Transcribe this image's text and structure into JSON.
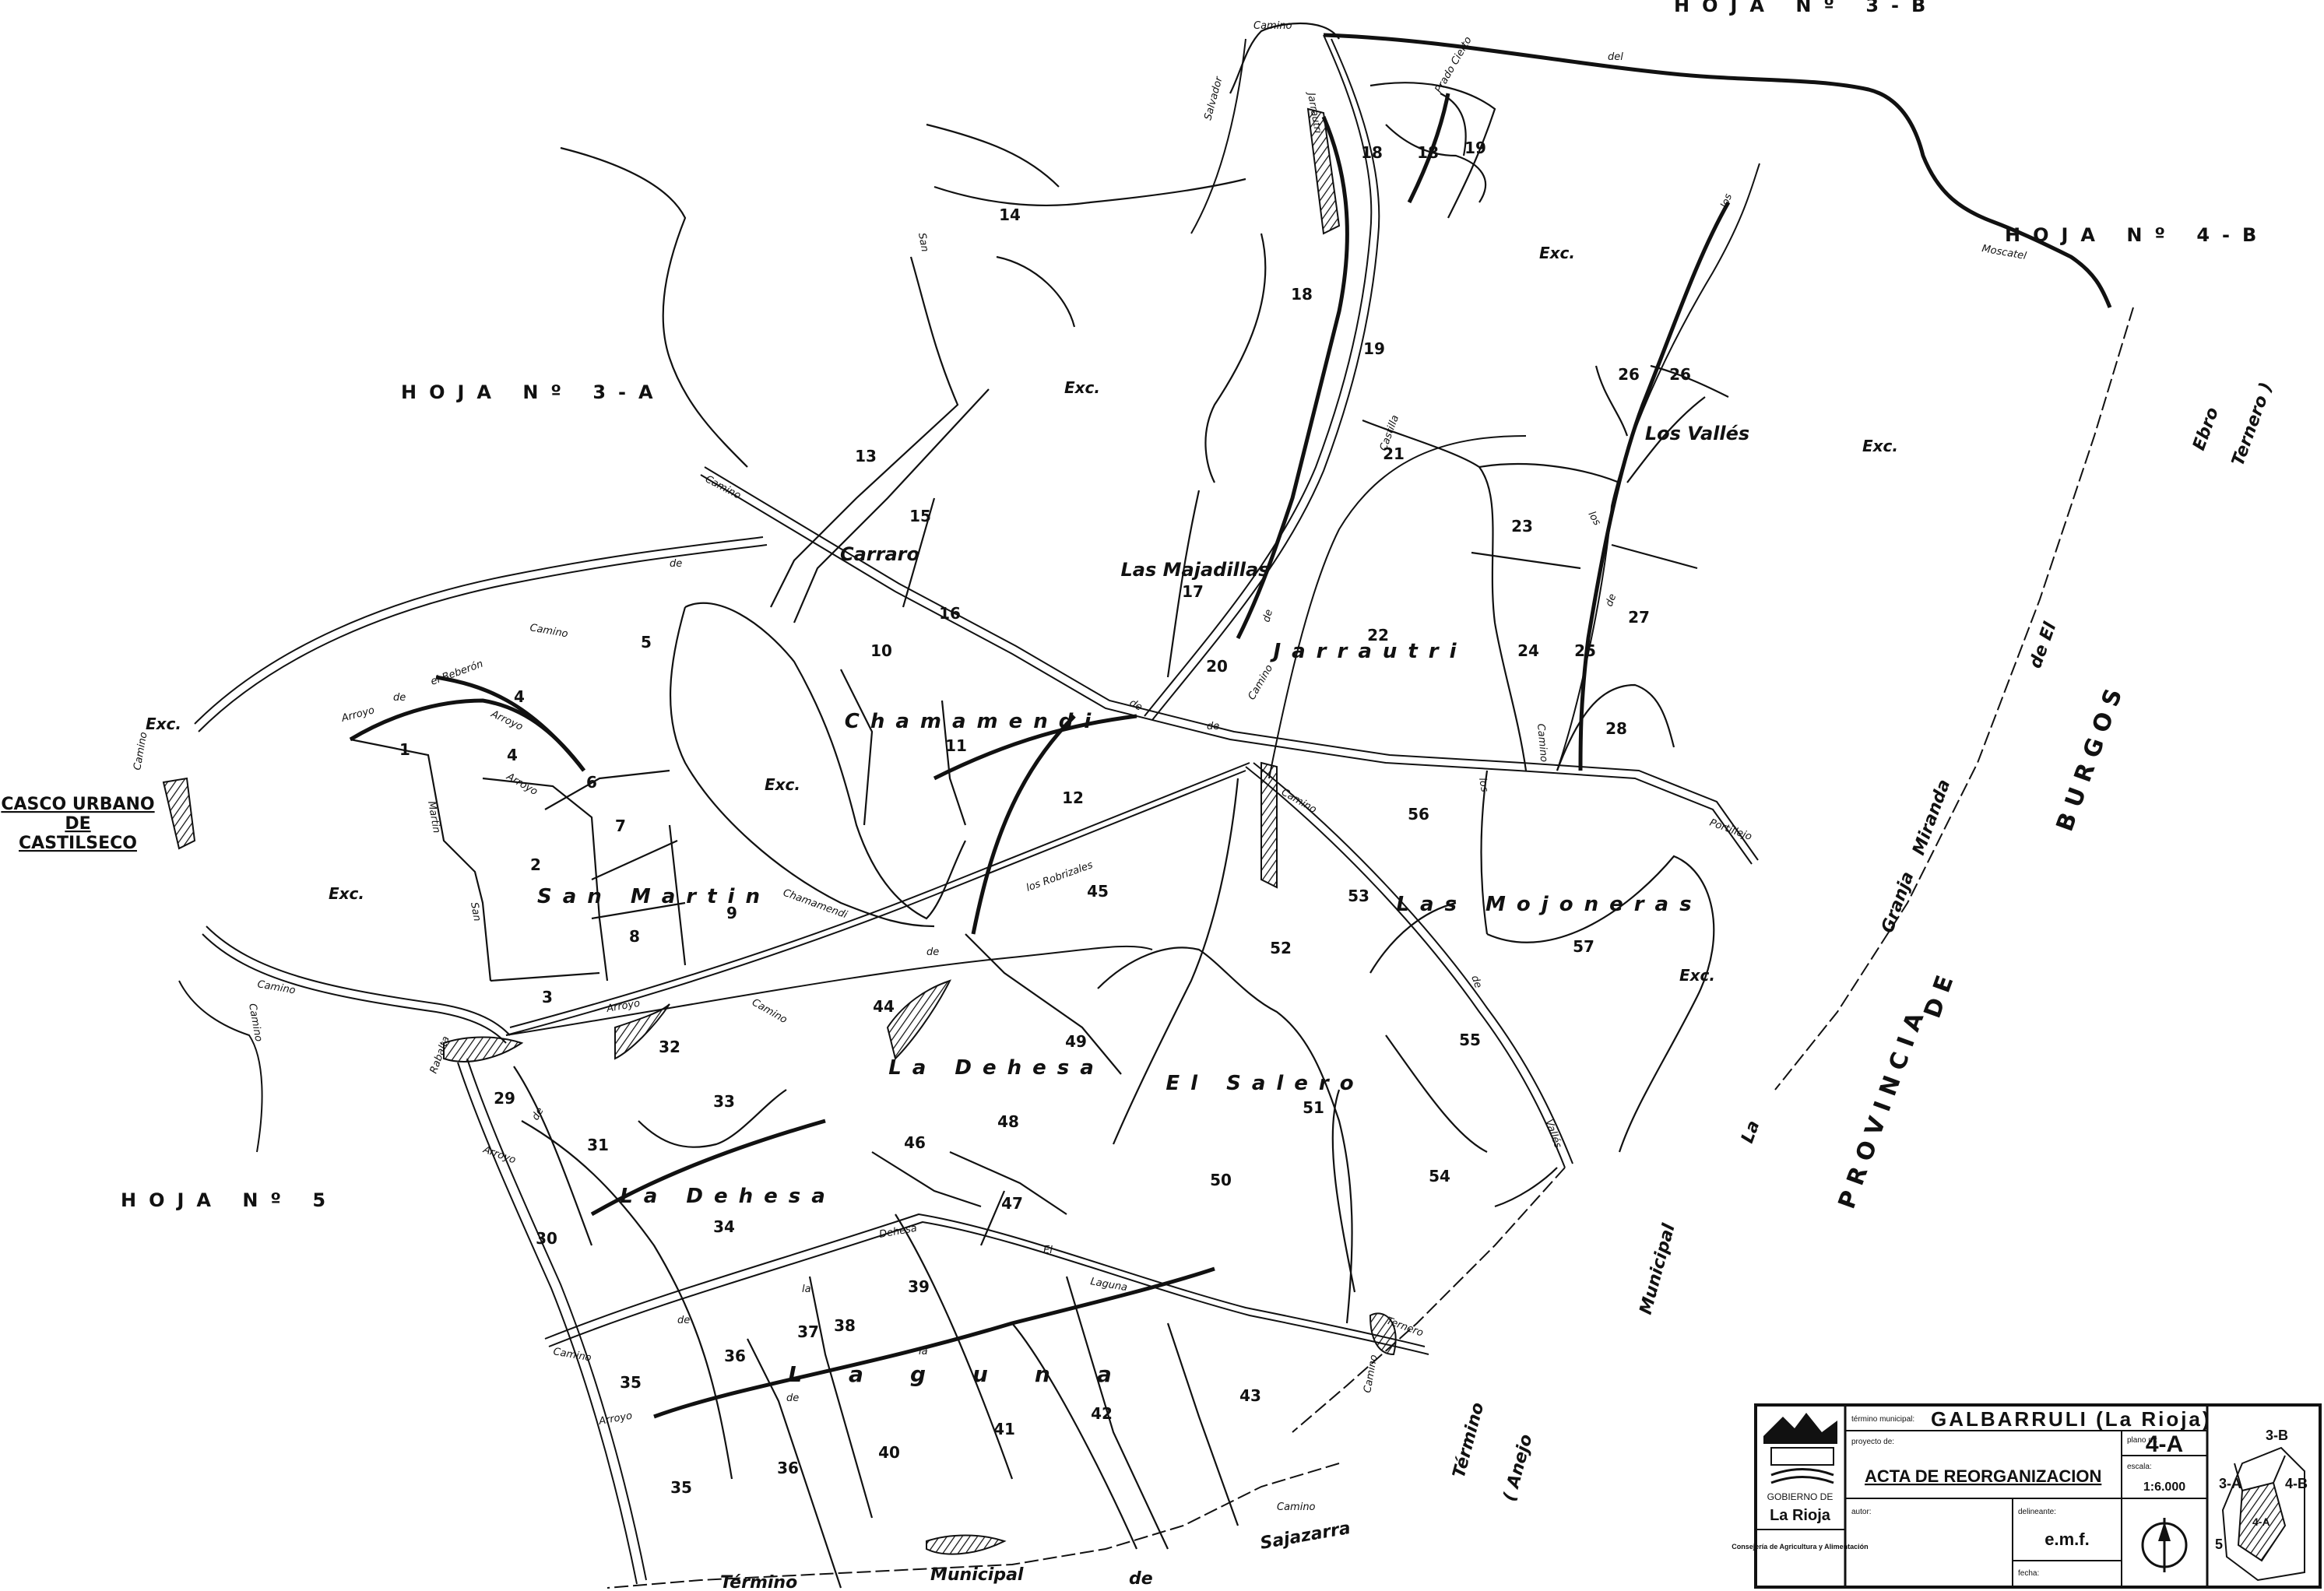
{
  "sheets": {
    "north": "HOJA Nº 3-B",
    "northeast": "HOJA Nº 4-B",
    "west": "HOJA Nº 3-A",
    "southwest": "HOJA Nº 5"
  },
  "casco_urbano": [
    "CASCO URBANO",
    "DE",
    "CASTILSECO"
  ],
  "place_names": {
    "san_martin": "San Martin",
    "carraro": "Carraro",
    "chamamendi": "Chamamendi",
    "las_majadillas": "Las Majadillas",
    "jarrautri": "Jarrautri",
    "los_valles": "Los Vallés",
    "las_mojoneras": "Las Mojoneras",
    "la_dehesa_upper": "La Dehesa",
    "la_dehesa_lower": "La Dehesa",
    "el_salero": "El Salero",
    "laguna": "Laguna"
  },
  "exc_label": "Exc.",
  "parcels": [
    "1",
    "2",
    "3",
    "4",
    "4",
    "5",
    "6",
    "7",
    "8",
    "9",
    "10",
    "11",
    "12",
    "13",
    "14",
    "15",
    "16",
    "17",
    "18",
    "18",
    "18",
    "19",
    "19",
    "20",
    "21",
    "22",
    "23",
    "24",
    "25",
    "26",
    "26",
    "27",
    "28",
    "29",
    "30",
    "31",
    "32",
    "33",
    "34",
    "35",
    "35",
    "36",
    "36",
    "37",
    "38",
    "39",
    "40",
    "41",
    "42",
    "43",
    "44",
    "45",
    "46",
    "47",
    "48",
    "49",
    "50",
    "51",
    "52",
    "53",
    "54",
    "55",
    "56",
    "57"
  ],
  "roads": {
    "camino": "Camino",
    "de": "de",
    "arroyo": "Arroyo",
    "san": "San",
    "martin": "Martin",
    "salvador": "Salvador",
    "jarrautri_road": "Jarrautri",
    "castilla": "Castilla",
    "los_robrizales": "los Robrizales",
    "chamamendi_road": "Chamamendi",
    "dehesa": "Dehesa",
    "la": "la",
    "laguna_road": "Laguna",
    "ternero": "Ternero",
    "el": "El",
    "valles": "Vallés",
    "portillejo": "Portillejo",
    "moscatel": "Moscatel",
    "del": "del",
    "prado_cierto": "Prado Cierto",
    "beberon": "el Beberón",
    "rabalta": "Rabalta",
    "los": "los"
  },
  "boundary_labels": {
    "provincia": "PROVINCIA",
    "de_burgos": "DE",
    "burgos": "BURGOS",
    "de_el": "de El",
    "granja": "Granja",
    "miranda": "Miranda",
    "la": "La",
    "ebro": "Ebro",
    "ternero": "Ternero )",
    "municipal": "Municipal",
    "termino_anejo": "Término",
    "anejo": "( Anejo",
    "sajazarra": "Sajazarra",
    "termino_bottom": "Término",
    "municipal_bottom": "Municipal",
    "de_bottom": "de"
  },
  "title_block": {
    "logo_line1": "GOBIERNO DE",
    "logo_line2": "La Rioja",
    "consejeria": "Consejería de Agricultura y Alimentación",
    "termino_label": "término municipal:",
    "termino_value": "GALBARRULI  (La Rioja)",
    "proyecto_label": "proyecto de:",
    "proyecto_value": "ACTA DE REORGANIZACION",
    "plano_label": "plano nº:",
    "plano_value": "4-A",
    "escala_label": "escala:",
    "escala_value": "1:6.000",
    "autor_label": "autor:",
    "delineante_label": "delineante:",
    "delineante_value": "e.m.f.",
    "fecha_label": "fecha:",
    "key_labels": [
      "3-B",
      "3-A",
      "4-B",
      "4-A",
      "5"
    ]
  }
}
